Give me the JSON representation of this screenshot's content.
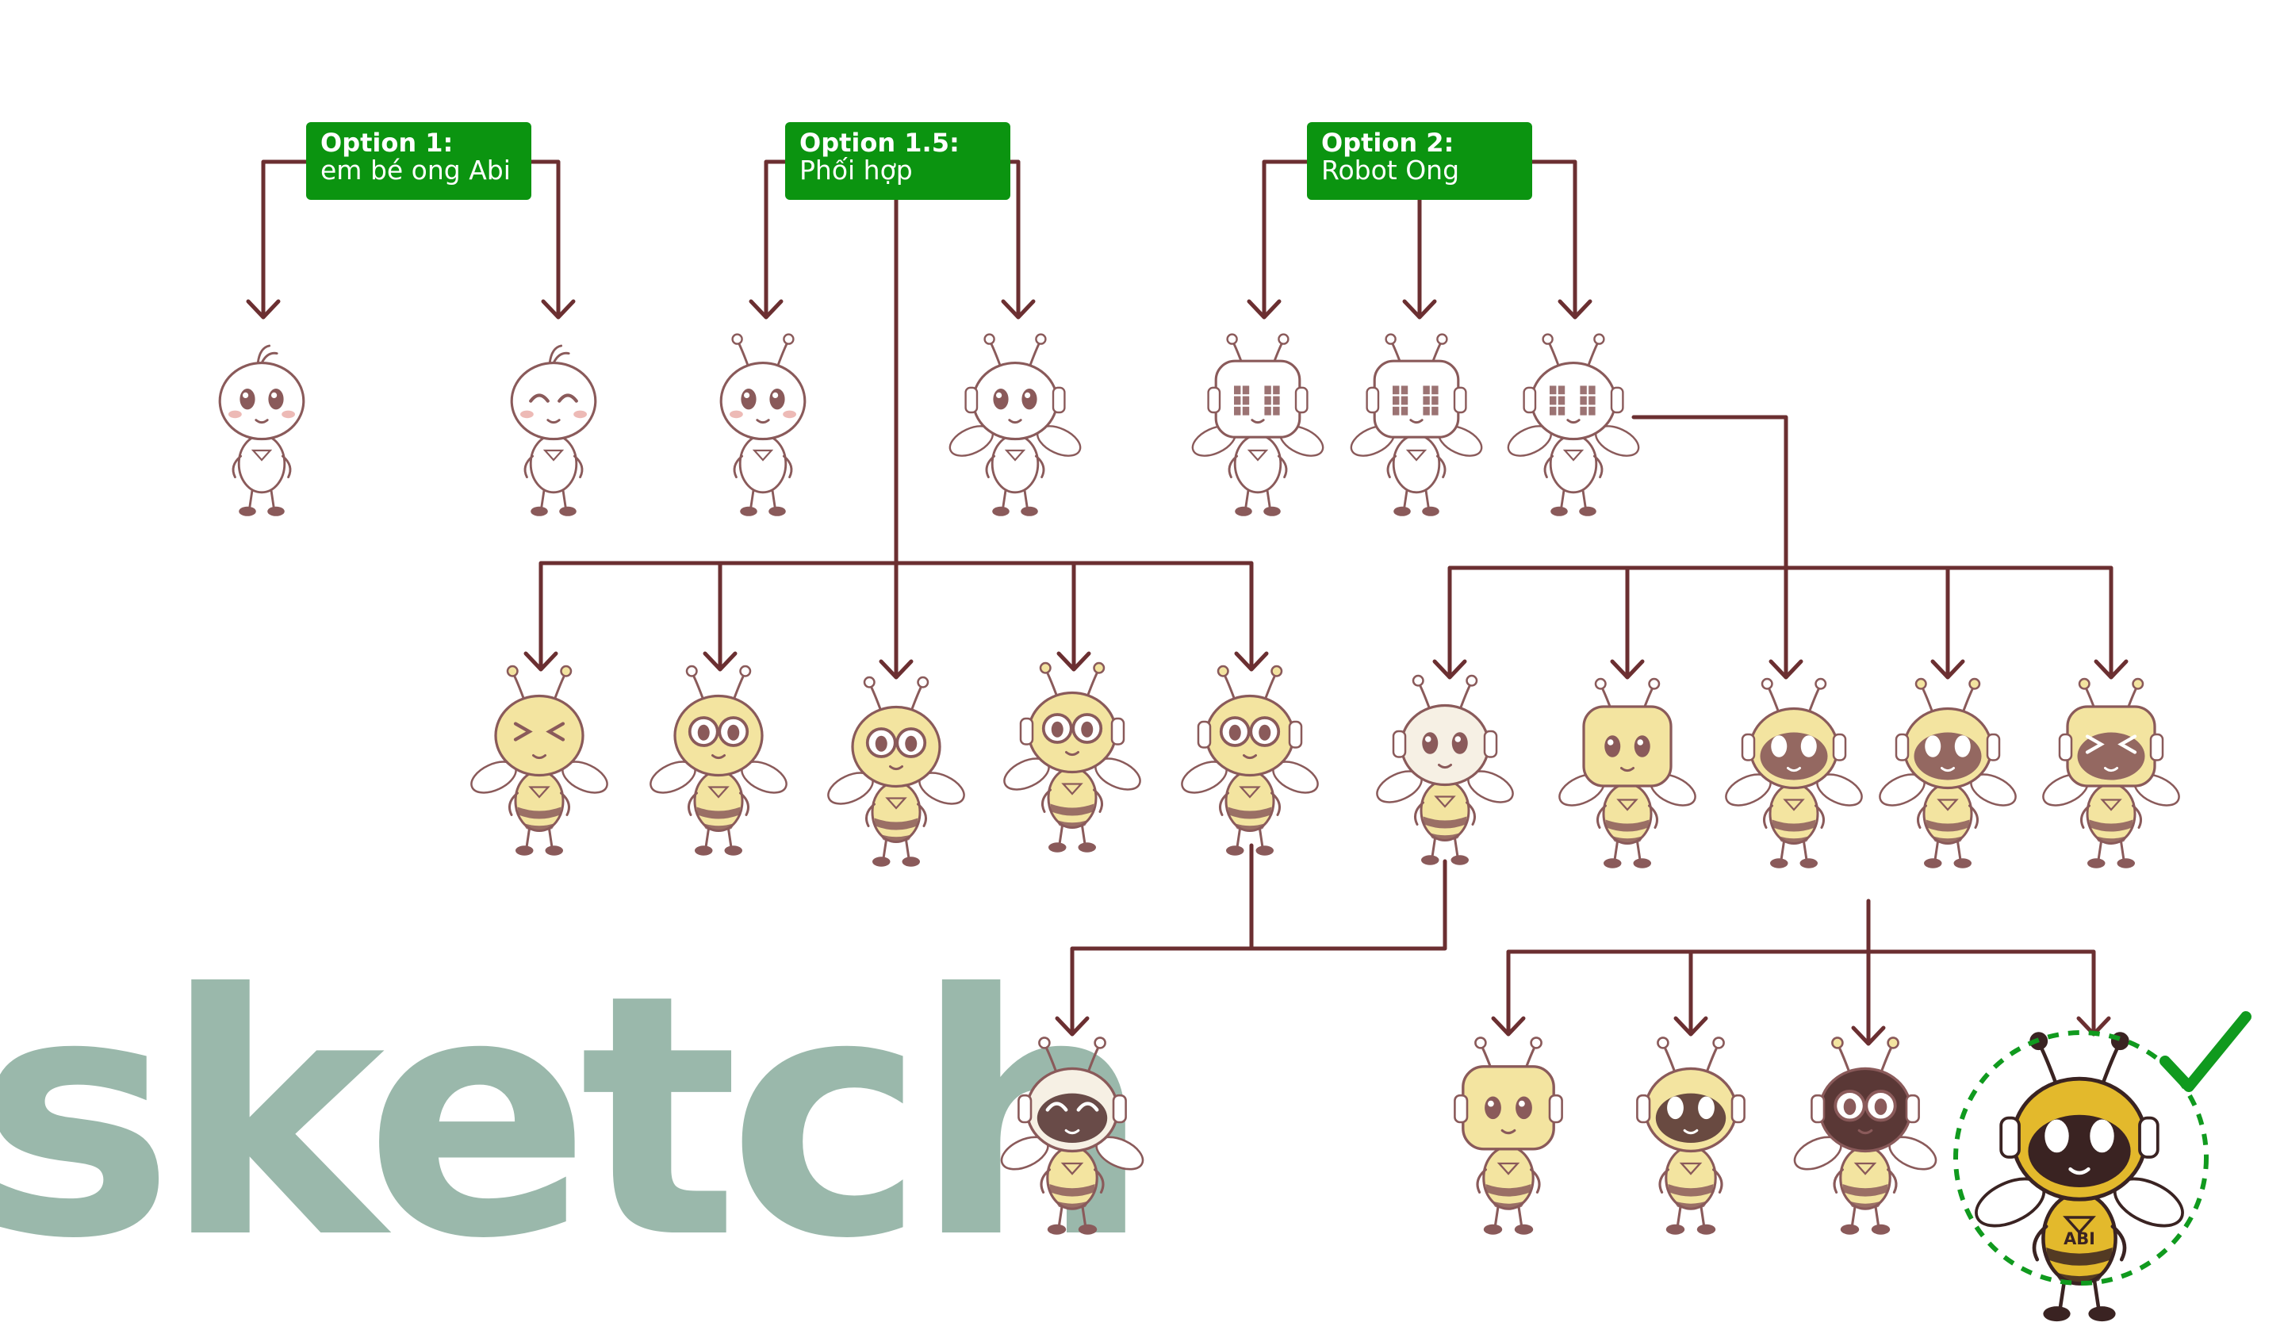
{
  "heading": "sketch",
  "options": [
    {
      "title": "Option 1:",
      "subtitle": "em bé ong Abi"
    },
    {
      "title": "Option 1.5:",
      "subtitle": "Phối hợp"
    },
    {
      "title": "Option 2:",
      "subtitle": "Robot Ong"
    }
  ],
  "mascot_badge": "ABI",
  "colors": {
    "connector": "#6b2f31",
    "option_box": "#0b9410",
    "sketch_line": "#8a5a5a",
    "bee_yellow": "#f3e4a0",
    "final_yellow": "#e3b92c",
    "final_dark": "#3a2322",
    "heading": "#9ab8ab",
    "selection_ring": "#109a1e"
  },
  "icons": {
    "selection": "checkmark-icon"
  }
}
